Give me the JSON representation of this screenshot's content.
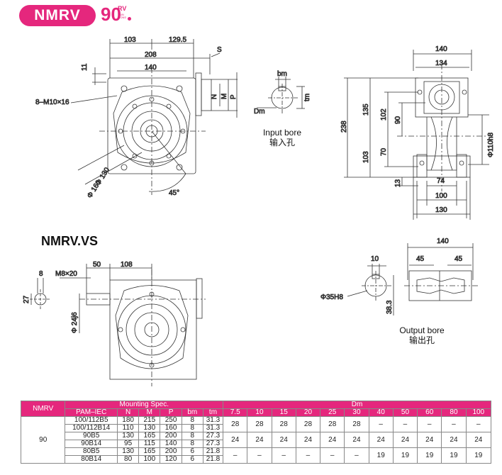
{
  "header": {
    "model": "NMRV",
    "size": "90",
    "rv": "RV",
    "sub": "TAIN MONS",
    "accent": "#e5277d"
  },
  "vs_title": "NMRV.VS",
  "dims_top": {
    "d103": "103",
    "d129_5": "129.5",
    "d208": "208",
    "d140": "140",
    "d11": "11",
    "bolt": "8–M10×16",
    "S": "S",
    "N": "N",
    "M": "M",
    "P": "P",
    "phi130": "Φ 130",
    "phi160": "Φ 160",
    "deg45": "45°"
  },
  "input_bore": {
    "bm": "bm",
    "tm": "tm",
    "Dm": "Dm",
    "label_en": "Input bore",
    "label_cn": "输入孔"
  },
  "side_view": {
    "d140": "140",
    "d134": "134",
    "d238": "238",
    "d135": "135",
    "d102": "102",
    "d90": "90",
    "d103": "103",
    "d70": "70",
    "d13": "13",
    "phi110": "Φ110h8",
    "d74": "74",
    "d100": "100",
    "d130": "130"
  },
  "vs_dims": {
    "d8": "8",
    "m8x20": "M8×20",
    "d50": "50",
    "d108": "108",
    "d27": "27",
    "phi24": "Φ 24j6"
  },
  "output_bore": {
    "d10": "10",
    "phi35": "Φ35H8",
    "d38_3": "38.3",
    "d140": "140",
    "d45a": "45",
    "d45b": "45",
    "label_en": "Output bore",
    "label_cn": "输出孔"
  },
  "table": {
    "h_model": "NMRV",
    "h_mounting": "Mounting Spec.",
    "h_dm": "Dm",
    "sub": [
      "PAM–IEC",
      "N",
      "M",
      "P",
      "bm",
      "tm"
    ],
    "dm_cols": [
      "7.5",
      "10",
      "15",
      "20",
      "25",
      "30",
      "40",
      "50",
      "60",
      "80",
      "100"
    ],
    "size": "90",
    "rows": [
      [
        "100/112B5",
        "180",
        "215",
        "250",
        "8",
        "31.3"
      ],
      [
        "100/112B14",
        "110",
        "130",
        "160",
        "8",
        "31.3"
      ],
      [
        "90B5",
        "130",
        "165",
        "200",
        "8",
        "27.3"
      ],
      [
        "90B14",
        "95",
        "115",
        "140",
        "8",
        "27.3"
      ],
      [
        "80B5",
        "130",
        "165",
        "200",
        "6",
        "21.8"
      ],
      [
        "80B14",
        "80",
        "100",
        "120",
        "6",
        "21.8"
      ]
    ],
    "dm_groups": [
      [
        "28",
        "28",
        "28",
        "28",
        "28",
        "28",
        "–",
        "–",
        "–",
        "–",
        "–"
      ],
      [
        "24",
        "24",
        "24",
        "24",
        "24",
        "24",
        "24",
        "24",
        "24",
        "24",
        "24"
      ],
      [
        "–",
        "–",
        "–",
        "–",
        "–",
        "–",
        "19",
        "19",
        "19",
        "19",
        "19"
      ]
    ]
  }
}
